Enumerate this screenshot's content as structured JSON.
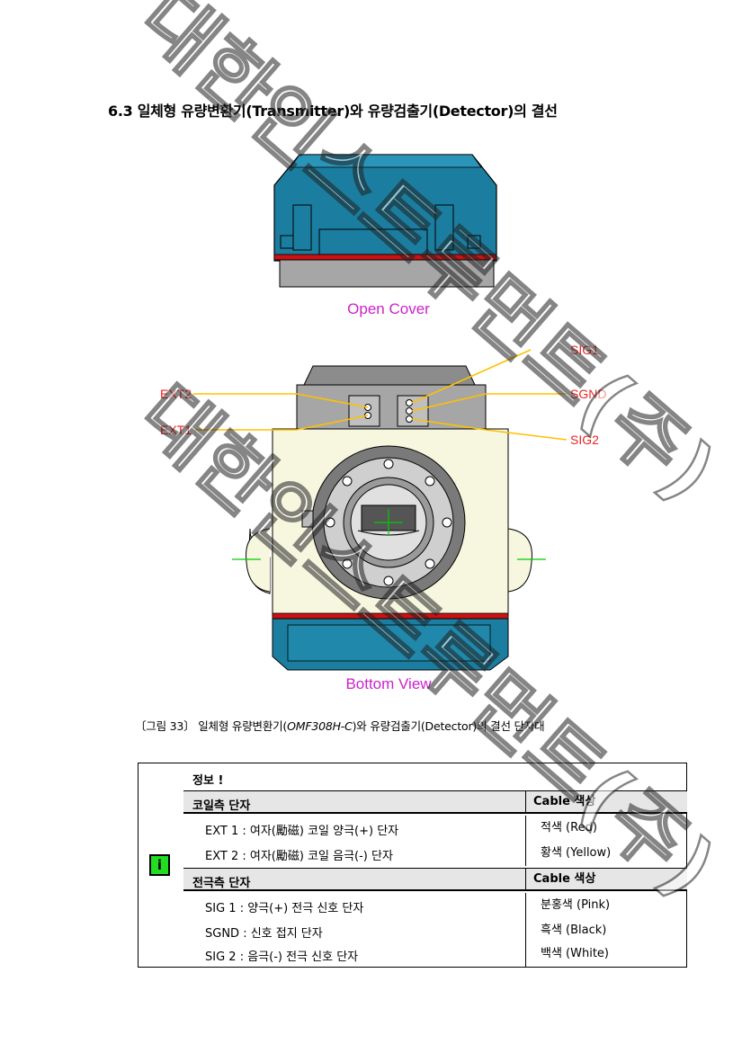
{
  "section_heading": "6.3 일체형 유량변환기(Transmitter)와 유량검출기(Detector)의 결선",
  "figure": {
    "open_cover_label": "Open Cover",
    "bottom_view_label": "Bottom View",
    "terminals": {
      "ext2": "EXT2",
      "ext1": "EXT1",
      "sig1": "SIG1",
      "sgnd": "SGND",
      "sig2": "SIG2"
    },
    "colors": {
      "body_blue": "#1b7ea0",
      "seal_red": "#cc1111",
      "label_magenta": "#cc22cc",
      "terminal_label_red": "#ee2222",
      "wire_yellow": "#ffc000"
    }
  },
  "caption": {
    "prefix": "〔그림 33〕 일체형 유량변환기(",
    "model": "OMF308H-C",
    "suffix": ")와 유량검출기(Detector)의 결선 단자대"
  },
  "info_box": {
    "icon": "i",
    "title": "정보 !",
    "sections": [
      {
        "header": "코일측 단자",
        "col_header": "Cable 색상",
        "rows": [
          {
            "desc": "EXT 1 : 여자(勵磁) 코일 양극(+) 단자",
            "color": "적색 (Red)"
          },
          {
            "desc": "EXT 2 : 여자(勵磁) 코일 음극(-) 단자",
            "color": "황색 (Yellow)"
          }
        ]
      },
      {
        "header": "전극측 단자",
        "col_header": "Cable 색상",
        "rows": [
          {
            "desc": "SIG 1 : 양극(+) 전극 신호 단자",
            "color": "분홍색 (Pink)"
          },
          {
            "desc": "SGND : 신호 접지 단자",
            "color": "흑색 (Black)"
          },
          {
            "desc": "SIG 2 : 음극(-) 전극 신호 단자",
            "color": "백색 (White)"
          }
        ]
      }
    ]
  },
  "watermark": {
    "text_1": "대한인스트루먼트(주)",
    "text_2": "대한인스트루먼트(주)"
  }
}
